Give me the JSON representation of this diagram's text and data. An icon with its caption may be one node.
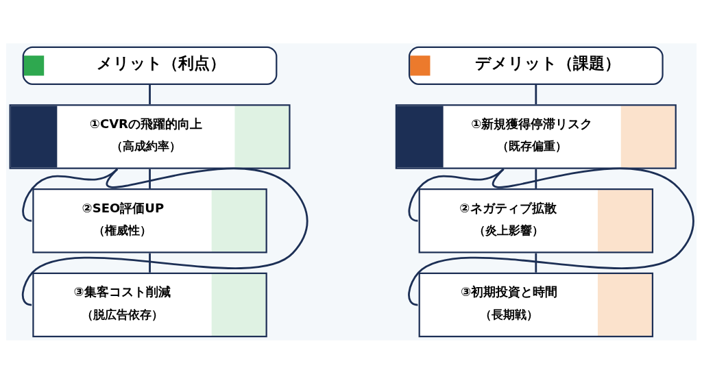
{
  "diagram": {
    "nodes": [
      {
        "text": [
          "メリット（利点）"
        ]
      },
      {
        "text": [
          "①CVRの飛躍的向上",
          "（高成約率）"
        ]
      },
      {
        "text": [
          "②SEO評価UP",
          "（権威性）"
        ]
      },
      {
        "text": [
          "③集客コスト削減",
          "（脱広告依存）"
        ]
      },
      {
        "text": [
          "デメリット（課題）"
        ]
      },
      {
        "text": [
          "①新規獲得停滞リスク",
          "（既存偏重）"
        ]
      },
      {
        "text": [
          "②ネガティブ拡散",
          "（炎上影響）"
        ]
      },
      {
        "text": [
          "③初期投資と時間",
          "（長期戦）"
        ]
      }
    ],
    "edges": [
      {
        "from": 0,
        "to": 1,
        "arrow": "none"
      },
      {
        "from": 1,
        "to": 2,
        "arrow": "none"
      },
      {
        "from": 2,
        "to": 3,
        "arrow": "none"
      },
      {
        "from": 1,
        "to": 2,
        "arrow": "none"
      },
      {
        "from": 1,
        "to": 3,
        "arrow": "none"
      },
      {
        "from": 4,
        "to": 5,
        "arrow": "none"
      },
      {
        "from": 5,
        "to": 6,
        "arrow": "none"
      },
      {
        "from": 6,
        "to": 7,
        "arrow": "none"
      },
      {
        "from": 5,
        "to": 6,
        "arrow": "none"
      },
      {
        "from": 5,
        "to": 7,
        "arrow": "none"
      }
    ]
  }
}
